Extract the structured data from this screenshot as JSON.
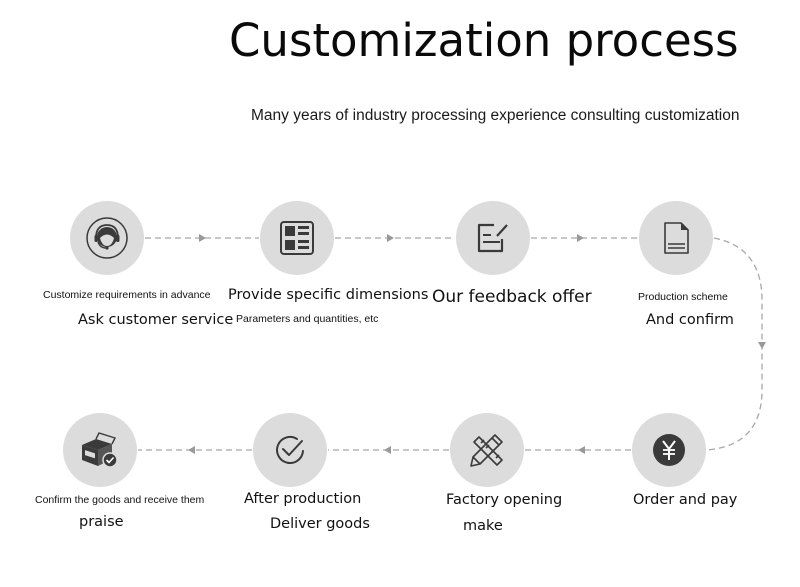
{
  "header": {
    "title": "Customization process",
    "subtitle": "Many years of industry processing experience consulting customization"
  },
  "steps": [
    {
      "order": 1,
      "icon": "customer-service-headset-icon",
      "lines": [
        "Customize requirements in advance",
        "Ask customer service"
      ]
    },
    {
      "order": 2,
      "icon": "list-grid-icon",
      "lines": [
        "Provide specific dimensions",
        "Parameters and quantities, etc"
      ]
    },
    {
      "order": 3,
      "icon": "edit-form-icon",
      "lines": [
        "Our feedback offer"
      ]
    },
    {
      "order": 4,
      "icon": "document-icon",
      "lines": [
        "Production scheme",
        "And confirm"
      ]
    },
    {
      "order": 5,
      "icon": "yen-coin-icon",
      "lines": [
        "Order and pay"
      ]
    },
    {
      "order": 6,
      "icon": "ruler-pencil-icon",
      "lines": [
        "Factory opening",
        "make"
      ]
    },
    {
      "order": 7,
      "icon": "check-circle-icon",
      "lines": [
        "After production",
        "Deliver goods"
      ]
    },
    {
      "order": 8,
      "icon": "box-check-icon",
      "lines": [
        "Confirm the goods and receive them",
        "praise"
      ]
    }
  ],
  "colors": {
    "circle_fill": "#dcdcdc",
    "icon_stroke": "#3a3a3a",
    "connector": "#a8a8a8"
  }
}
